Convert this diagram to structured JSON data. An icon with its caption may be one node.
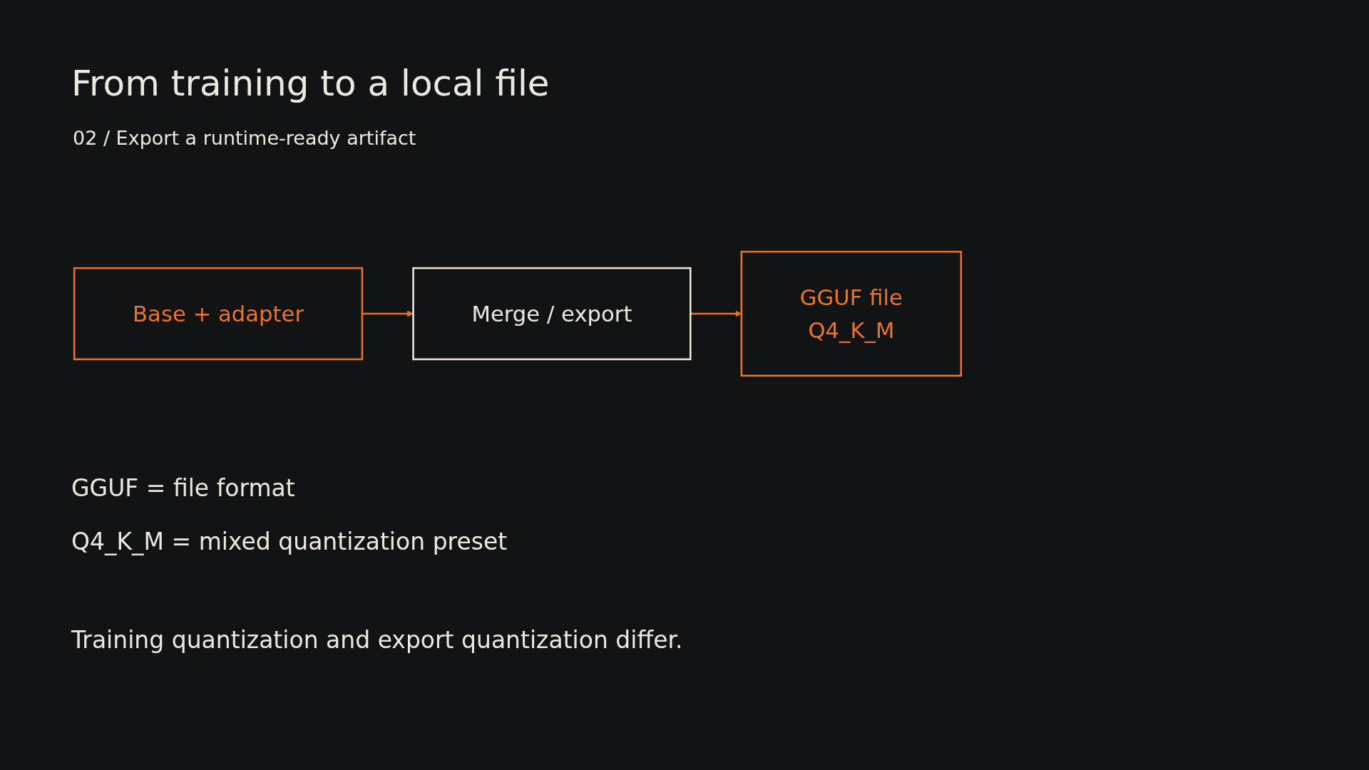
{
  "diagram": {
    "title": "From training to a local file",
    "nodes": [
      {
        "text": [
          "Base + adapter"
        ]
      },
      {
        "text": [
          "Merge / export"
        ]
      },
      {
        "text": [
          "GGUF file",
          "Q4_K_M"
        ]
      }
    ],
    "edges": [
      {
        "from": 0,
        "to": 1,
        "arrow": "to"
      },
      {
        "from": 1,
        "to": 2,
        "arrow": "to"
      }
    ],
    "labels": [
      "02 / Export a runtime-ready artifact",
      "GGUF = file format",
      "Q4_K_M = mixed quantization preset",
      "Training quantization and export quantization differ."
    ]
  }
}
